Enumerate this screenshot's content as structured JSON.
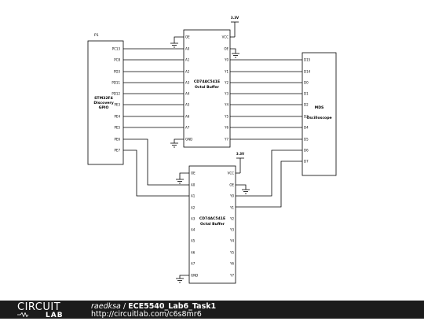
{
  "schematic": {
    "mcu": {
      "ref": "P1",
      "name_lines": [
        "STM32F4",
        "Discovery",
        "GPIO"
      ],
      "pins": [
        "PC13",
        "PC8",
        "PD3",
        "PD11",
        "PD12",
        "PE3",
        "PE4",
        "PE5",
        "PE6",
        "PE7"
      ]
    },
    "buffer_top": {
      "name_lines": [
        "CD74AC541E",
        "Octal Buffer"
      ],
      "left_pins": [
        "OE",
        "A0",
        "A1",
        "A2",
        "A3",
        "A4",
        "A5",
        "A6",
        "A7",
        "GND"
      ],
      "right_pins": [
        "VCC",
        "OE",
        "Y0",
        "Y1",
        "Y2",
        "Y3",
        "Y4",
        "Y5",
        "Y6",
        "Y7"
      ],
      "supply": "3.3V"
    },
    "buffer_bottom": {
      "name_lines": [
        "CD74AC541E",
        "Octal Buffer"
      ],
      "left_pins": [
        "OE",
        "A0",
        "A1",
        "A2",
        "A3",
        "A4",
        "A5",
        "A6",
        "A7",
        "GND"
      ],
      "right_pins": [
        "VCC",
        "OE",
        "Y0",
        "Y1",
        "Y2",
        "Y3",
        "Y4",
        "Y5",
        "Y6",
        "Y7"
      ],
      "supply": "3.3V"
    },
    "scope": {
      "name_lines": [
        "MDS",
        "Oscilloscope"
      ],
      "pins": [
        "D15",
        "D14",
        "D0",
        "D1",
        "D2",
        "D3",
        "D4",
        "D5",
        "D6",
        "D7"
      ]
    }
  },
  "footer": {
    "logo_top": "CIRCUIT",
    "logo_bottom": "LAB",
    "username": "raedksa",
    "separator": "/",
    "project": "ECE5540_Lab6_Task1",
    "url": "http://circuitlab.com/c6s8mr6"
  },
  "colors": {
    "footer_bg": "#1b1b1b",
    "ink": "#000000"
  }
}
